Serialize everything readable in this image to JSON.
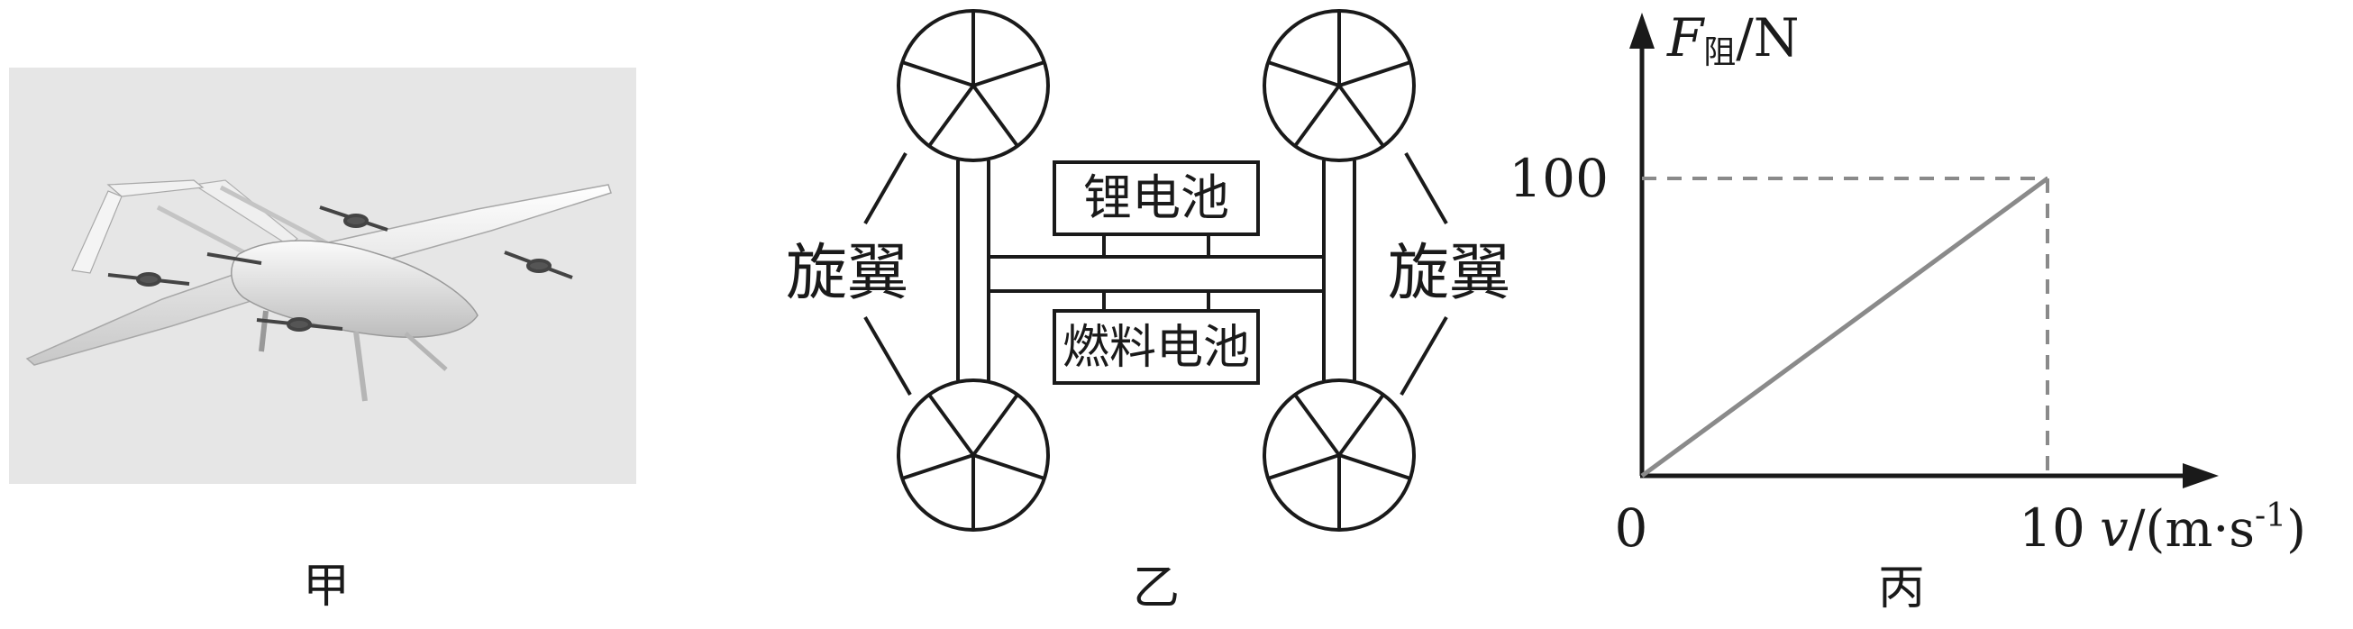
{
  "panels": {
    "photo": {
      "caption": "甲"
    },
    "schematic": {
      "caption": "乙",
      "rotor_label_left": "旋翼",
      "rotor_label_right": "旋翼",
      "battery_label": "锂电池",
      "fuel_cell_label": "燃料电池"
    },
    "graph": {
      "caption": "丙",
      "y_axis_symbol": "F",
      "y_axis_subscript": "阻",
      "y_axis_unit": "/N",
      "x_axis_symbol": "v",
      "x_axis_unit_prefix": "/(m·s",
      "x_axis_unit_exponent": "-1",
      "x_axis_unit_suffix": ")",
      "origin_label": "0",
      "y_tick_label": "100",
      "x_tick_label": "10"
    }
  },
  "chart_data": {
    "type": "line",
    "x": [
      0,
      10
    ],
    "y": [
      0,
      100
    ],
    "xlim": [
      0,
      10
    ],
    "ylim": [
      0,
      100
    ],
    "xticks": [
      10
    ],
    "yticks": [
      100
    ],
    "dashed_guides": true,
    "grid": false
  },
  "colors": {
    "ink": "#1a1a1a",
    "line": "#8a8a8a",
    "photo_bg": "#e6e6e6"
  }
}
